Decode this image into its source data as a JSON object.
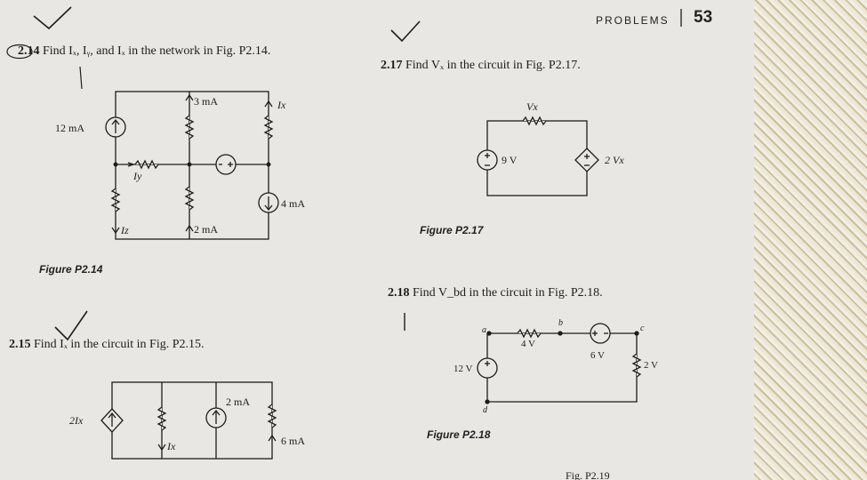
{
  "header": {
    "section": "PROBLEMS",
    "page_number": "53"
  },
  "problems": {
    "p2_14": {
      "number": "2.14",
      "text": "Find Iₓ, Iᵧ, and Iₓ in the network in Fig. P2.14.",
      "figure": "Figure P2.14",
      "labels": {
        "src_12": "12 mA",
        "src_3": "3 mA",
        "src_4": "4 mA",
        "src_2": "2 mA",
        "ix": "Ix",
        "iy": "Iy",
        "iz": "Iz"
      }
    },
    "p2_15": {
      "number": "2.15",
      "text": "Find Iₓ in the circuit in Fig. P2.15.",
      "labels": {
        "dep": "2Ix",
        "src_2": "2 mA",
        "src_6": "6 mA",
        "ix": "Ix"
      }
    },
    "p2_17": {
      "number": "2.17",
      "text": "Find Vₓ in the circuit in Fig. P2.17.",
      "figure": "Figure P2.17",
      "labels": {
        "v9": "9 V",
        "dep": "2 Vx",
        "vx": "Vx"
      }
    },
    "p2_18": {
      "number": "2.18",
      "text": "Find V_bd in the circuit in Fig. P2.18.",
      "figure": "Figure P2.18",
      "labels": {
        "v12": "12 V",
        "v4": "4 V",
        "v6": "6 V",
        "v2": "2 V",
        "a": "a",
        "b": "b",
        "c": "c",
        "d": "d"
      }
    },
    "footer_fragment": "Fig. P2.19"
  },
  "colors": {
    "paper": "#e9e7e4",
    "ink": "#1d1d1d"
  }
}
